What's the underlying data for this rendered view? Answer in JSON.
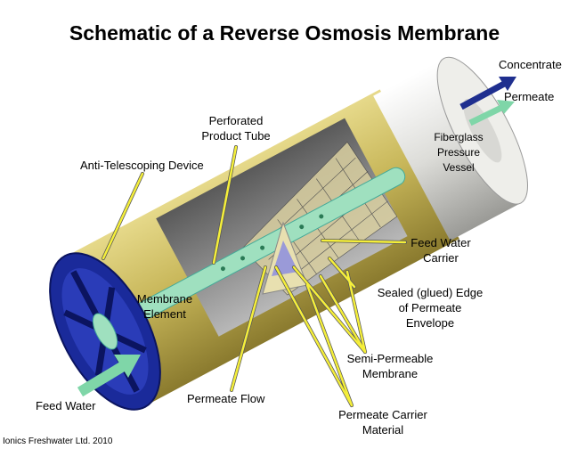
{
  "title": "Schematic of a Reverse Osmosis Membrane",
  "labels": {
    "concentrate": "Concentrate",
    "permeate": "Permeate",
    "vessel": [
      "Fiberglass",
      "Pressure",
      "Vessel"
    ],
    "product_tube": [
      "Perforated",
      "Product Tube"
    ],
    "anti_telescoping": "Anti-Telescoping Device",
    "feed_water_carrier": [
      "Feed Water",
      "Carrier"
    ],
    "membrane_element": [
      "Membrane",
      "Element"
    ],
    "sealed_edge": [
      "Sealed (glued) Edge",
      "of Permeate",
      "Envelope"
    ],
    "semi_permeable": [
      "Semi-Permeable",
      "Membrane"
    ],
    "permeate_flow": "Permeate Flow",
    "feed_water": "Feed Water",
    "permeate_carrier": [
      "Permeate Carrier",
      "Material"
    ]
  },
  "credit": "Ionics Freshwater Ltd. 2010",
  "colors": {
    "housing": "#c8b75a",
    "end_cap": "#1a2a9a",
    "pointer": "#f5ef3a",
    "permeate_arrow": "#7fd6a8",
    "concentrate_arrow": "#1f2f8f"
  }
}
